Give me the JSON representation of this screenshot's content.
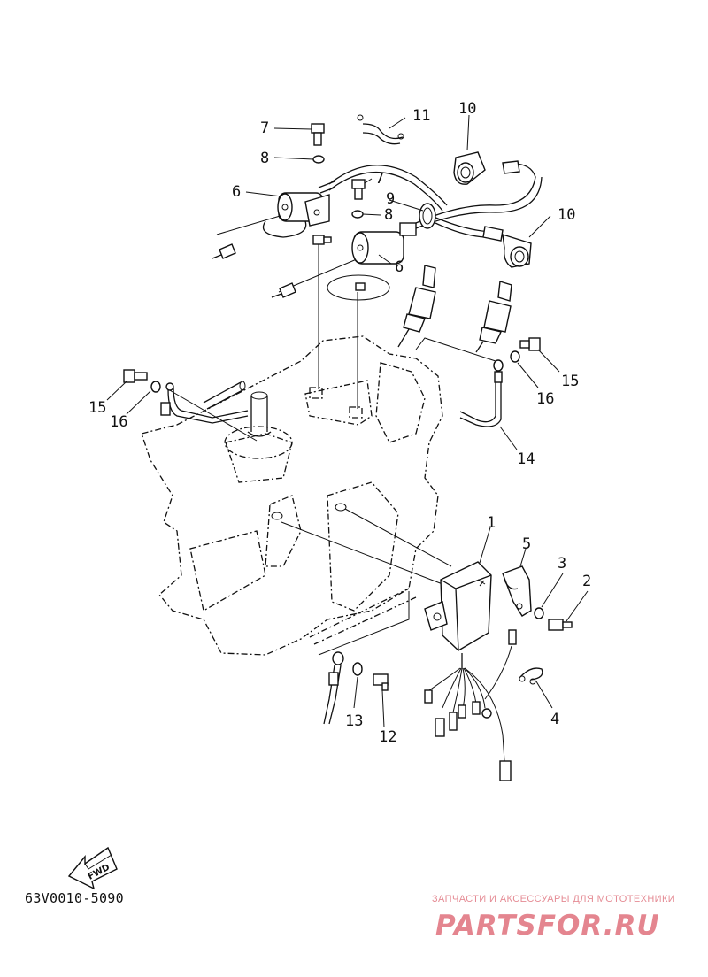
{
  "diagram": {
    "callouts": [
      {
        "id": "c1",
        "text": "1"
      },
      {
        "id": "c2",
        "text": "2"
      },
      {
        "id": "c3",
        "text": "3"
      },
      {
        "id": "c4",
        "text": "4"
      },
      {
        "id": "c5",
        "text": "5"
      },
      {
        "id": "c6a",
        "text": "6"
      },
      {
        "id": "c6b",
        "text": "6"
      },
      {
        "id": "c7a",
        "text": "7"
      },
      {
        "id": "c7b",
        "text": "7"
      },
      {
        "id": "c8a",
        "text": "8"
      },
      {
        "id": "c8b",
        "text": "8"
      },
      {
        "id": "c9",
        "text": "9"
      },
      {
        "id": "c10a",
        "text": "10"
      },
      {
        "id": "c10b",
        "text": "10"
      },
      {
        "id": "c11",
        "text": "11"
      },
      {
        "id": "c12",
        "text": "12"
      },
      {
        "id": "c13",
        "text": "13"
      },
      {
        "id": "c14",
        "text": "14"
      },
      {
        "id": "c15a",
        "text": "15"
      },
      {
        "id": "c15b",
        "text": "15"
      },
      {
        "id": "c16a",
        "text": "16"
      },
      {
        "id": "c16b",
        "text": "16"
      }
    ],
    "fwd_label": "FWD",
    "code": "63V0010-5090"
  },
  "watermark": {
    "tagline": "ЗАПЧАСТИ И АКСЕССУАРЫ ДЛЯ МОТОТЕХНИКИ",
    "logo_text": "PARTSFOR.RU",
    "color": "#e0707c"
  }
}
